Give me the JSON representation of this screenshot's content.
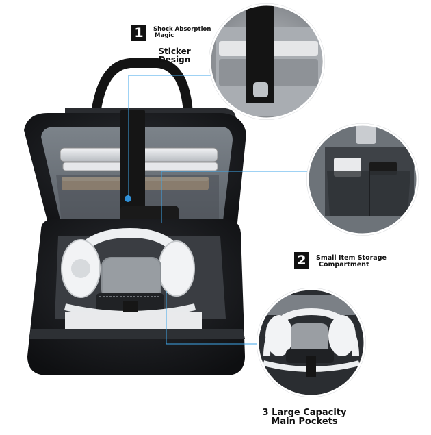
{
  "callouts": [
    {
      "number": "1",
      "line1": "Shock Absorption",
      "line2": "Magic"
    },
    {
      "number": "2",
      "line1": "Small Item Storage",
      "line2": "Compartment"
    }
  ],
  "sticker": {
    "line1": "Sticker",
    "line2": "Design"
  },
  "pockets": {
    "line1": "3 Large Capacity",
    "line2": "Main Pockets"
  },
  "colors": {
    "bag": "#1c1d20",
    "lining": "#6e747b",
    "accent_line": "#3fa6e8",
    "strap": "#151515"
  }
}
